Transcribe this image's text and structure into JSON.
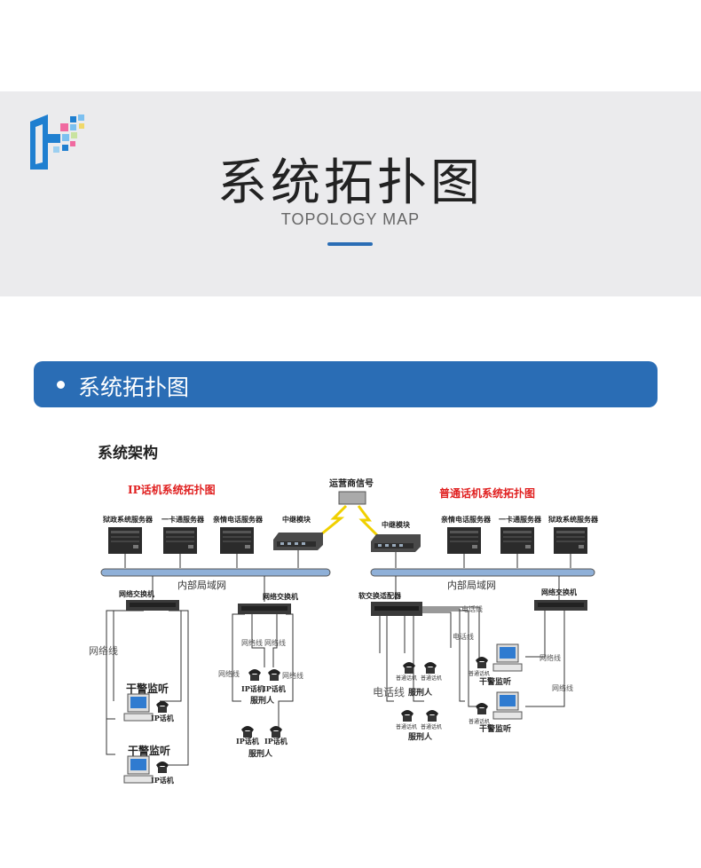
{
  "header": {
    "title": "系统拓扑图",
    "subtitle": "TOPOLOGY MAP"
  },
  "section": {
    "title": "系统拓扑图"
  },
  "diagram": {
    "heading": "系统架构",
    "left_title": "IP话机系统拓扑图",
    "right_title": "普通话机系统拓扑图",
    "carrier_label": "运营商信号",
    "left_servers": [
      "狱政系统服务器",
      "一卡通服务器",
      "亲情电话服务器"
    ],
    "left_relay": "中继模块",
    "right_relay": "中继模块",
    "right_servers": [
      "亲情电话服务器",
      "一卡通服务器",
      "狱政系统服务器"
    ],
    "lan_label_left": "内部局域网",
    "lan_label_right": "内部局域网",
    "switch_label": "网络交换机",
    "softswitch_label": "软交换适配器",
    "network_cable": "网络线",
    "phone_line": "电话线",
    "police_monitor": "干警监听",
    "ip_phone": "IP话机",
    "inmate": "服刑人",
    "ordinary_phone": "普通话机",
    "colors": {
      "accent": "#2a6db5",
      "title_red": "#e02020",
      "lan_bar": "#8fb0d8"
    }
  }
}
